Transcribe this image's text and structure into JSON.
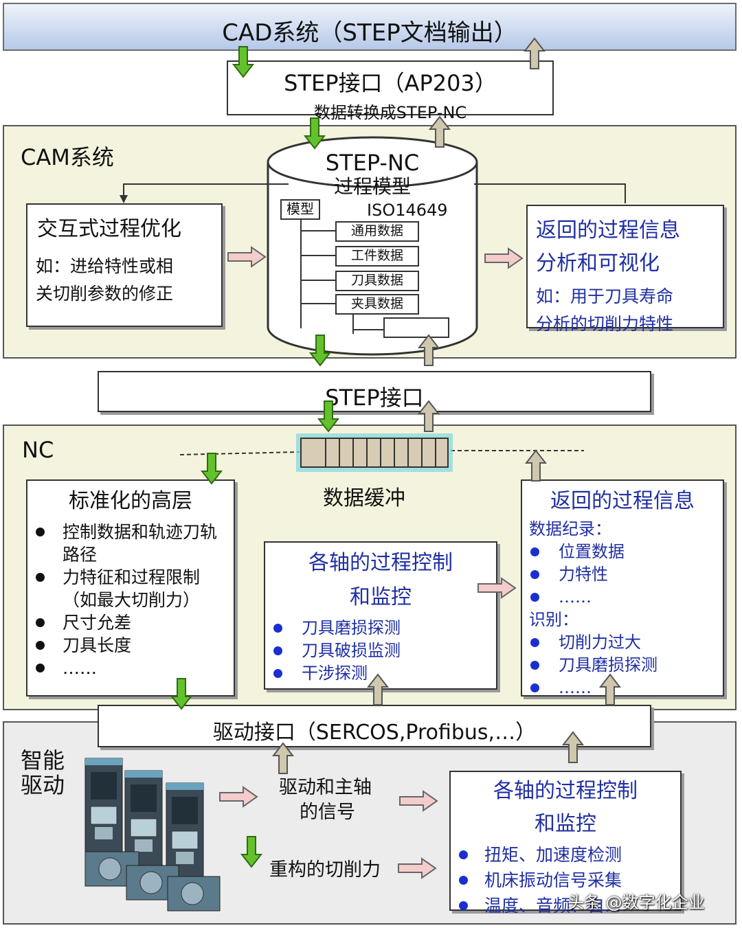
{
  "top_bar": {
    "title": "CAD系统（STEP文档输出）"
  },
  "step_ap203": {
    "title": "STEP接口（AP203）",
    "subtitle": "数据转换成STEP-NC"
  },
  "cam": {
    "label": "CAM系统",
    "db_title_1": "STEP-NC",
    "db_title_2": "过程模型",
    "model_label": "模型",
    "iso": "ISO14649",
    "model_items": [
      "通用数据",
      "工件数据",
      "刀具数据",
      "夹具数据"
    ],
    "left_box": {
      "title": "交互式过程优化",
      "text_1": "如：进给特性或相",
      "text_2": "关切削参数的修正"
    },
    "right_box": {
      "title_1": "返回的过程信息",
      "title_2": "分析和可视化",
      "text_1": "如：用于刀具寿命",
      "text_2": "分析的切削力特性"
    }
  },
  "step_interface": {
    "title": "STEP接口"
  },
  "nc": {
    "label": "NC",
    "buffer_label": "数据缓冲",
    "left_box": {
      "title": "标准化的高层",
      "items": [
        "控制数据和轨迹刀轨",
        "路径",
        "力特征和过程限制",
        "（如最大切削力）",
        "尺寸允差",
        "刀具长度",
        "……"
      ]
    },
    "middle_box": {
      "title_1": "各轴的过程控制",
      "title_2": "和监控",
      "items": [
        "刀具磨损探测",
        "刀具破损监测",
        "干涉探测"
      ]
    },
    "right_box": {
      "title": "返回的过程信息",
      "sub1": "数据纪录：",
      "items1": [
        "位置数据",
        "力特性",
        "……"
      ],
      "sub2": "识别：",
      "items2": [
        "切削力过大",
        "刀具磨损探测",
        "……"
      ]
    }
  },
  "drive_interface": {
    "title": "驱动接口（SERCOS,Profibus,…）"
  },
  "drives": {
    "label_1": "智能",
    "label_2": "驱动",
    "signal_1": "驱动和主轴",
    "signal_2": "的信号",
    "reconstructed": "重构的切削力",
    "right_box": {
      "title_1": "各轴的过程控制",
      "title_2": "和监控",
      "items": [
        "扭矩、加速度检测",
        "机床振动信号采集",
        "温度、音频、自..."
      ]
    }
  },
  "watermark": "头条 @数字化企业",
  "colors": {
    "down_arrow": "#5fbf2a",
    "up_arrow": "#c9c2a8",
    "side_arrow": "#f2c6c6",
    "cam_bg": "#f2f2dc",
    "drive_bg": "#eaeaea"
  }
}
